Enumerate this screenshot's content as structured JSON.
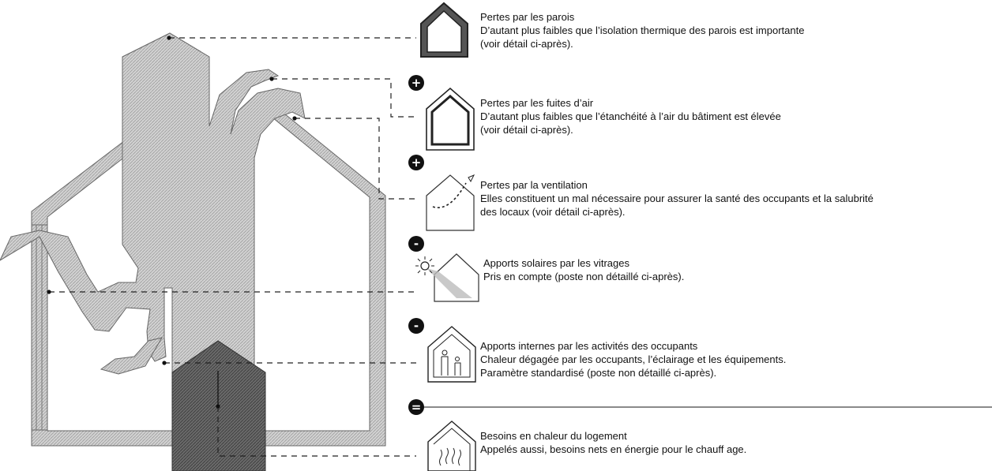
{
  "items": [
    {
      "title": "Pertes par les parois",
      "lines": [
        "D’autant plus faibles que l’isolation thermique des parois est importante",
        "(voir détail ci-après)."
      ],
      "icon": "wall-house-icon"
    },
    {
      "title": "Pertes par les fuites d’air",
      "lines": [
        "D’autant plus faibles que l’étanchéité à l’air du bâtiment est élevée",
        "(voir détail ci-après)."
      ],
      "icon": "air-leak-house-icon"
    },
    {
      "title": "Pertes par la ventilation",
      "lines": [
        "Elles constituent un mal nécessaire pour assurer la santé des occupants et la salubrité",
        "des locaux (voir détail ci-après)."
      ],
      "icon": "ventilation-house-icon"
    },
    {
      "title": "Apports solaires par les vitrages",
      "lines": [
        "Pris en compte (poste non détaillé ci-après)."
      ],
      "icon": "sun-window-house-icon"
    },
    {
      "title": "Apports internes par les activités des occupants",
      "lines": [
        "Chaleur dégagée par les occupants, l’éclairage et les équipements.",
        "Paramètre standardisé (poste non détaillé ci-après)."
      ],
      "icon": "occupants-house-icon"
    },
    {
      "title": "Besoins en chaleur du logement",
      "lines": [
        "Appelés aussi, besoins nets en énergie pour le chauff age."
      ],
      "icon": "heating-house-icon"
    }
  ],
  "operators": [
    "+",
    "+",
    "-",
    "-",
    "="
  ],
  "colors": {
    "hatch": "#c9c9c9",
    "dark": "#5a5a5a",
    "ink": "#111111"
  }
}
